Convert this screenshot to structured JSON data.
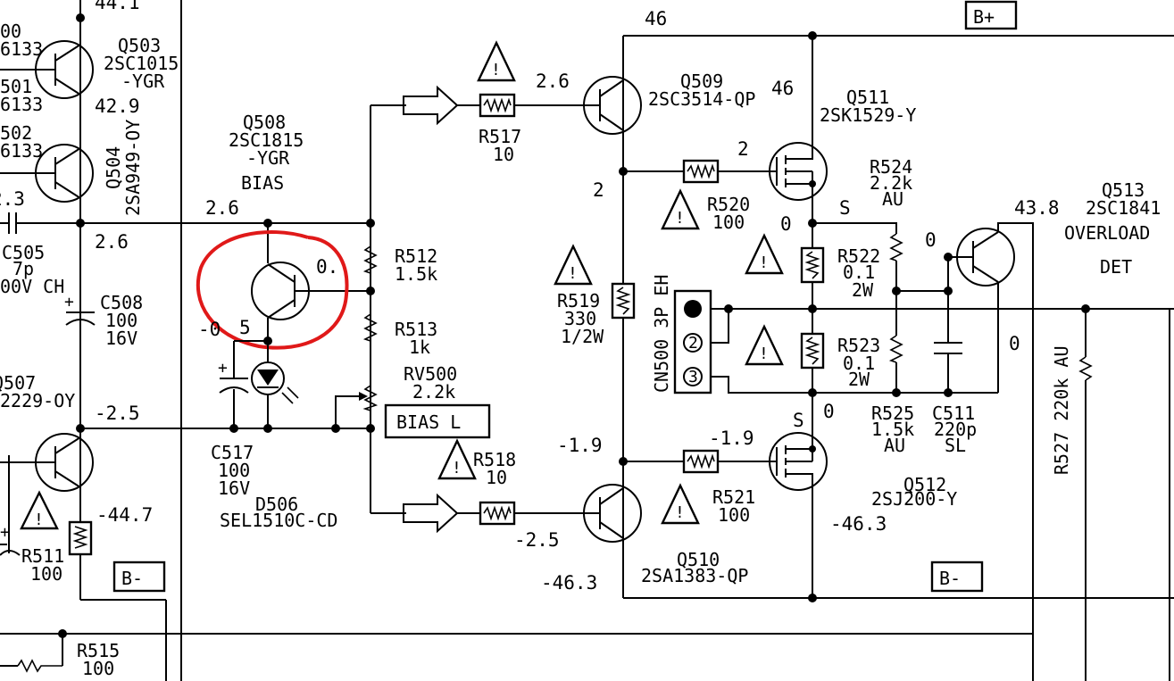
{
  "power_labels": {
    "b_plus": "B+",
    "b_minus_left": "B-",
    "b_minus_right": "B-"
  },
  "bias_box": "BIAS L",
  "transistors": {
    "q500_partial": "00",
    "q500_type_partial": "6133",
    "q501_partial": "501",
    "q501_type_partial": "6133",
    "q502_partial": "502",
    "q502_type_partial": "6133",
    "q503_name": "Q503",
    "q503_type": "2SC1015",
    "q503_grade": "-YGR",
    "q504_name": "Q504",
    "q504_type": "2SA949-OY",
    "q507_partial": "Q507",
    "q507_type_partial": "2229-OY",
    "q508_name": "Q508",
    "q508_type": "2SC1815",
    "q508_grade": "-YGR",
    "q508_role": "BIAS",
    "q509_name": "Q509",
    "q509_type": "2SC3514-QP",
    "q510_name": "Q510",
    "q510_type": "2SA1383-QP",
    "q511_name": "Q511",
    "q511_type": "2SK1529-Y",
    "q512_name": "Q512",
    "q512_type": "2SJ200-Y",
    "q513_name": "Q513",
    "q513_type": "2SC1841",
    "q513_role1": "OVERLOAD",
    "q513_role2": "DET"
  },
  "resistors": {
    "r511_name": "R511",
    "r511_value": "100",
    "r512_name": "R512",
    "r512_value": "1.5k",
    "r513_name": "R513",
    "r513_value": "1k",
    "rv500_name": "RV500",
    "rv500_value": "2.2k",
    "r515_name": "R515",
    "r515_value": "100",
    "r517_name": "R517",
    "r517_value": "10",
    "r518_name": "R518",
    "r518_value": "10",
    "r519_name": "R519",
    "r519_value": "330",
    "r519_rating": "1/2W",
    "r520_name": "R520",
    "r520_value": "100",
    "r521_name": "R521",
    "r521_value": "100",
    "r522_name": "R522",
    "r522_value": "0.1",
    "r522_rating": "2W",
    "r523_name": "R523",
    "r523_value": "0.1",
    "r523_rating": "2W",
    "r524_name": "R524",
    "r524_value": "2.2k",
    "r524_type": "AU",
    "r525_name": "R525",
    "r525_value": "1.5k",
    "r525_type": "AU",
    "r527_label": "R527 220k AU"
  },
  "capacitors": {
    "c505_name": "C505",
    "c505_value": "7p",
    "c505_rating_partial": "00V CH",
    "c508_name": "C508",
    "c508_value": "100",
    "c508_rating": "16V",
    "c511_name": "C511",
    "c511_value": "220p",
    "c511_type": "SL",
    "c517_name": "C517",
    "c517_value": "100",
    "c517_rating": "16V"
  },
  "diode": {
    "name": "D506",
    "type": "SEL1510C-CD"
  },
  "connector": {
    "label": "CN500 3P EH",
    "pin2": "2",
    "pin3": "3"
  },
  "voltages": {
    "v_44_1": "44.1",
    "v_42_9": "42.9",
    "v_left_2_3_partial": "2.3",
    "v_2_6_left": "2.6",
    "v_2_6_q508": "2.6",
    "v_0_q508": "0.",
    "v_neg05": "-0",
    "v_5_q508": "5",
    "v_neg2_5_left": "-2.5",
    "v_neg44_7": "-44.7",
    "v_46_top": "46",
    "v_2_6_q509": "2.6",
    "v_46_q511": "46",
    "v_2_gate": "2",
    "v_2_node": "2",
    "v_0_s_top": "0",
    "s_top": "S",
    "v_43_8": "43.8",
    "v_0_q513_base": "0",
    "v_0_q513_emit": "0",
    "s_bottom": "S",
    "v_0_s_bottom": "0",
    "v_neg1_9_left": "-1.9",
    "v_neg1_9_gate": "-1.9",
    "v_neg2_5_q510": "-2.5",
    "v_neg46_3_q510": "-46.3",
    "v_neg46_3_q512": "-46.3"
  },
  "icons": {
    "warning": "warning-triangle-icon",
    "fusible_resistor": "fusible-resistor-icon",
    "arrow": "hollow-arrow-icon"
  },
  "colors": {
    "ink": "#000000",
    "highlight": "#e01919"
  }
}
